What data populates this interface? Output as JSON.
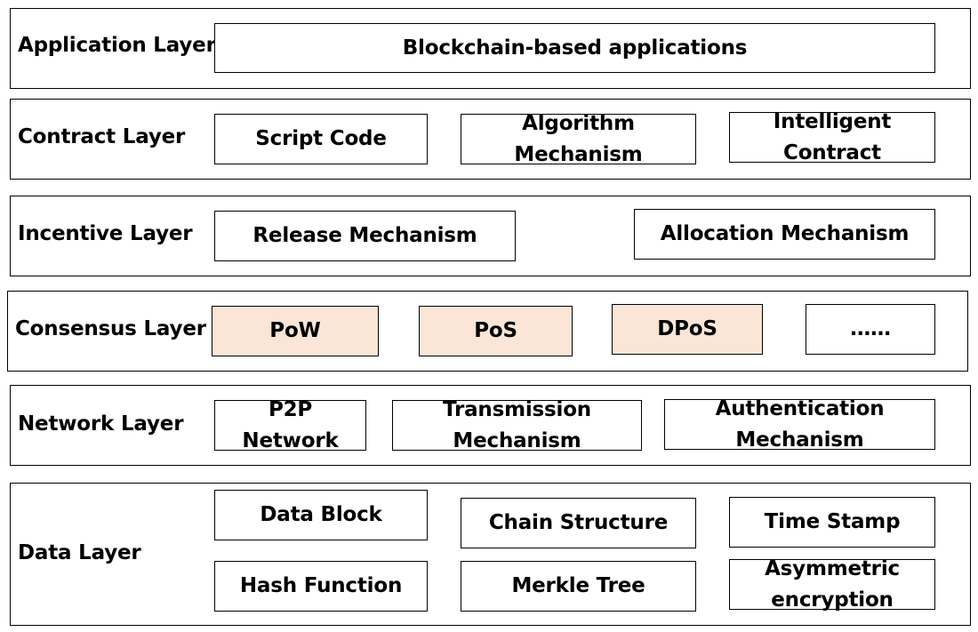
{
  "colors": {
    "consensus_fill": "#fbe5d6",
    "border": "#000000"
  },
  "layers": {
    "application": {
      "label": "Application Layer",
      "items": [
        "Blockchain-based applications"
      ]
    },
    "contract": {
      "label": "Contract Layer",
      "items": [
        "Script Code",
        "Algorithm Mechanism",
        "Intelligent Contract"
      ]
    },
    "incentive": {
      "label": "Incentive Layer",
      "items": [
        "Release Mechanism",
        "Allocation Mechanism"
      ]
    },
    "consensus": {
      "label": "Consensus Layer",
      "items": [
        "PoW",
        "PoS",
        "DPoS",
        "……"
      ]
    },
    "network": {
      "label": "Network Layer",
      "items": [
        "P2P Network",
        "Transmission Mechanism",
        "Authentication Mechanism"
      ]
    },
    "data": {
      "label": "Data Layer",
      "items": [
        "Data Block",
        "Chain Structure",
        "Time Stamp",
        "Hash Function",
        "Merkle Tree",
        "Asymmetric encryption"
      ]
    }
  }
}
